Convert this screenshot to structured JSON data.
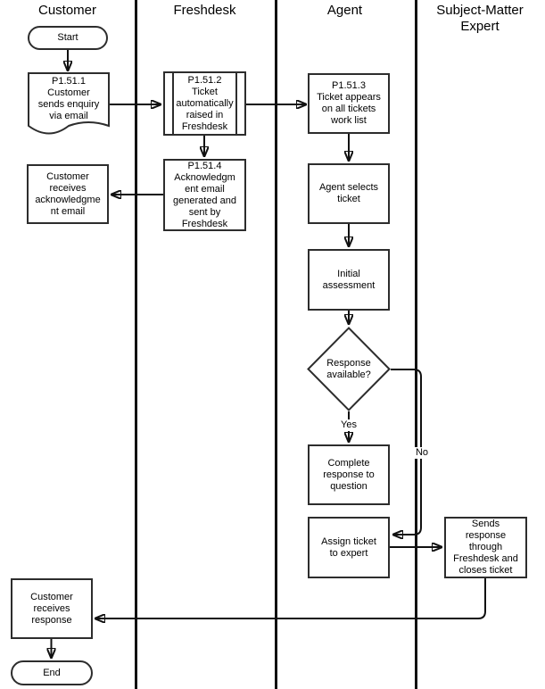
{
  "diagram": {
    "lanes": [
      {
        "label": "Customer"
      },
      {
        "label": "Freshdesk"
      },
      {
        "label": "Agent"
      },
      {
        "label": "Subject-Matter\nExpert"
      }
    ],
    "nodes": {
      "start": {
        "type": "terminator",
        "label": "Start"
      },
      "p1_51_1": {
        "type": "document",
        "label": "P1.51.1\nCustomer\nsends enquiry\nvia email"
      },
      "customer_ack": {
        "type": "process",
        "label": "Customer\nreceives\nacknowledgme\nnt email"
      },
      "customer_response": {
        "type": "process",
        "label": "Customer\nreceives\nresponse"
      },
      "end": {
        "type": "terminator",
        "label": "End"
      },
      "p1_51_2": {
        "type": "subprocess",
        "label": "P1.51.2\nTicket\nautomatically\nraised in\nFreshdesk"
      },
      "p1_51_4": {
        "type": "process",
        "label": "P1.51.4\nAcknowledgm\nent email\ngenerated and\nsent by\nFreshdesk"
      },
      "p1_51_3": {
        "type": "process",
        "label": "P1.51.3\nTicket appears\non all tickets\nwork list"
      },
      "agent_selects": {
        "type": "process",
        "label": "Agent selects\nticket"
      },
      "initial_assessment": {
        "type": "process",
        "label": "Initial\nassessment"
      },
      "response_available": {
        "type": "decision",
        "label": "Response\navailable?"
      },
      "complete_response": {
        "type": "process",
        "label": "Complete\nresponse to\nquestion"
      },
      "assign_ticket": {
        "type": "process",
        "label": "Assign ticket\nto expert"
      },
      "sends_response": {
        "type": "process",
        "label": "Sends\nresponse\nthrough\nFreshdesk and\ncloses ticket"
      }
    },
    "edge_labels": {
      "yes": "Yes",
      "no": "No"
    },
    "colors": {
      "stroke": "#2d2d2d",
      "line": "#111111",
      "text": "#000000",
      "background": "#ffffff"
    }
  }
}
